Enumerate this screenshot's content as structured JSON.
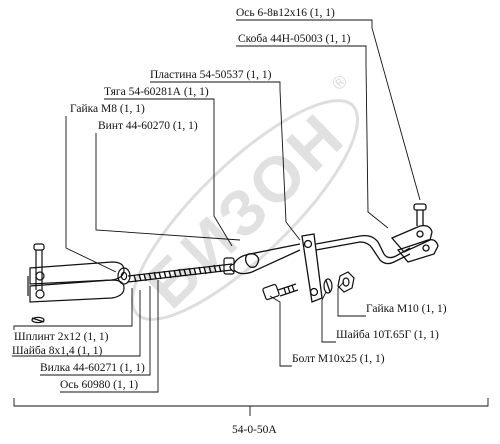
{
  "watermark": {
    "text": "БИЗОН",
    "trademark": "®"
  },
  "colors": {
    "ink": "#111111",
    "watermark": "#d9d9d9"
  },
  "labels": {
    "os_6": "Ось 6-8в12х16 (1, 1)",
    "skoba": "Скоба 44Н-05003 (1, 1)",
    "plastina": "Пластина 54-50537 (1, 1)",
    "tyaga": "Тяга 54-60281А (1, 1)",
    "gayka_m8": "Гайка М8 (1, 1)",
    "vint": "Винт 44-60270 (1, 1)",
    "gayka_m10": "Гайка М10 (1, 1)",
    "shayba_10t": "Шайба 10Т.65Г (1, 1)",
    "bolt": "Болт М10х25 (1, 1)",
    "shplint": "Шплинт 2х12 (1, 1)",
    "shayba_8x1": "Шайба 8х1,4 (1, 1)",
    "vilka": "Вилка 44-60271 (1, 1)",
    "os_60980": "Ось 60980 (1, 1)",
    "assembly_code": "54-0-50А"
  }
}
